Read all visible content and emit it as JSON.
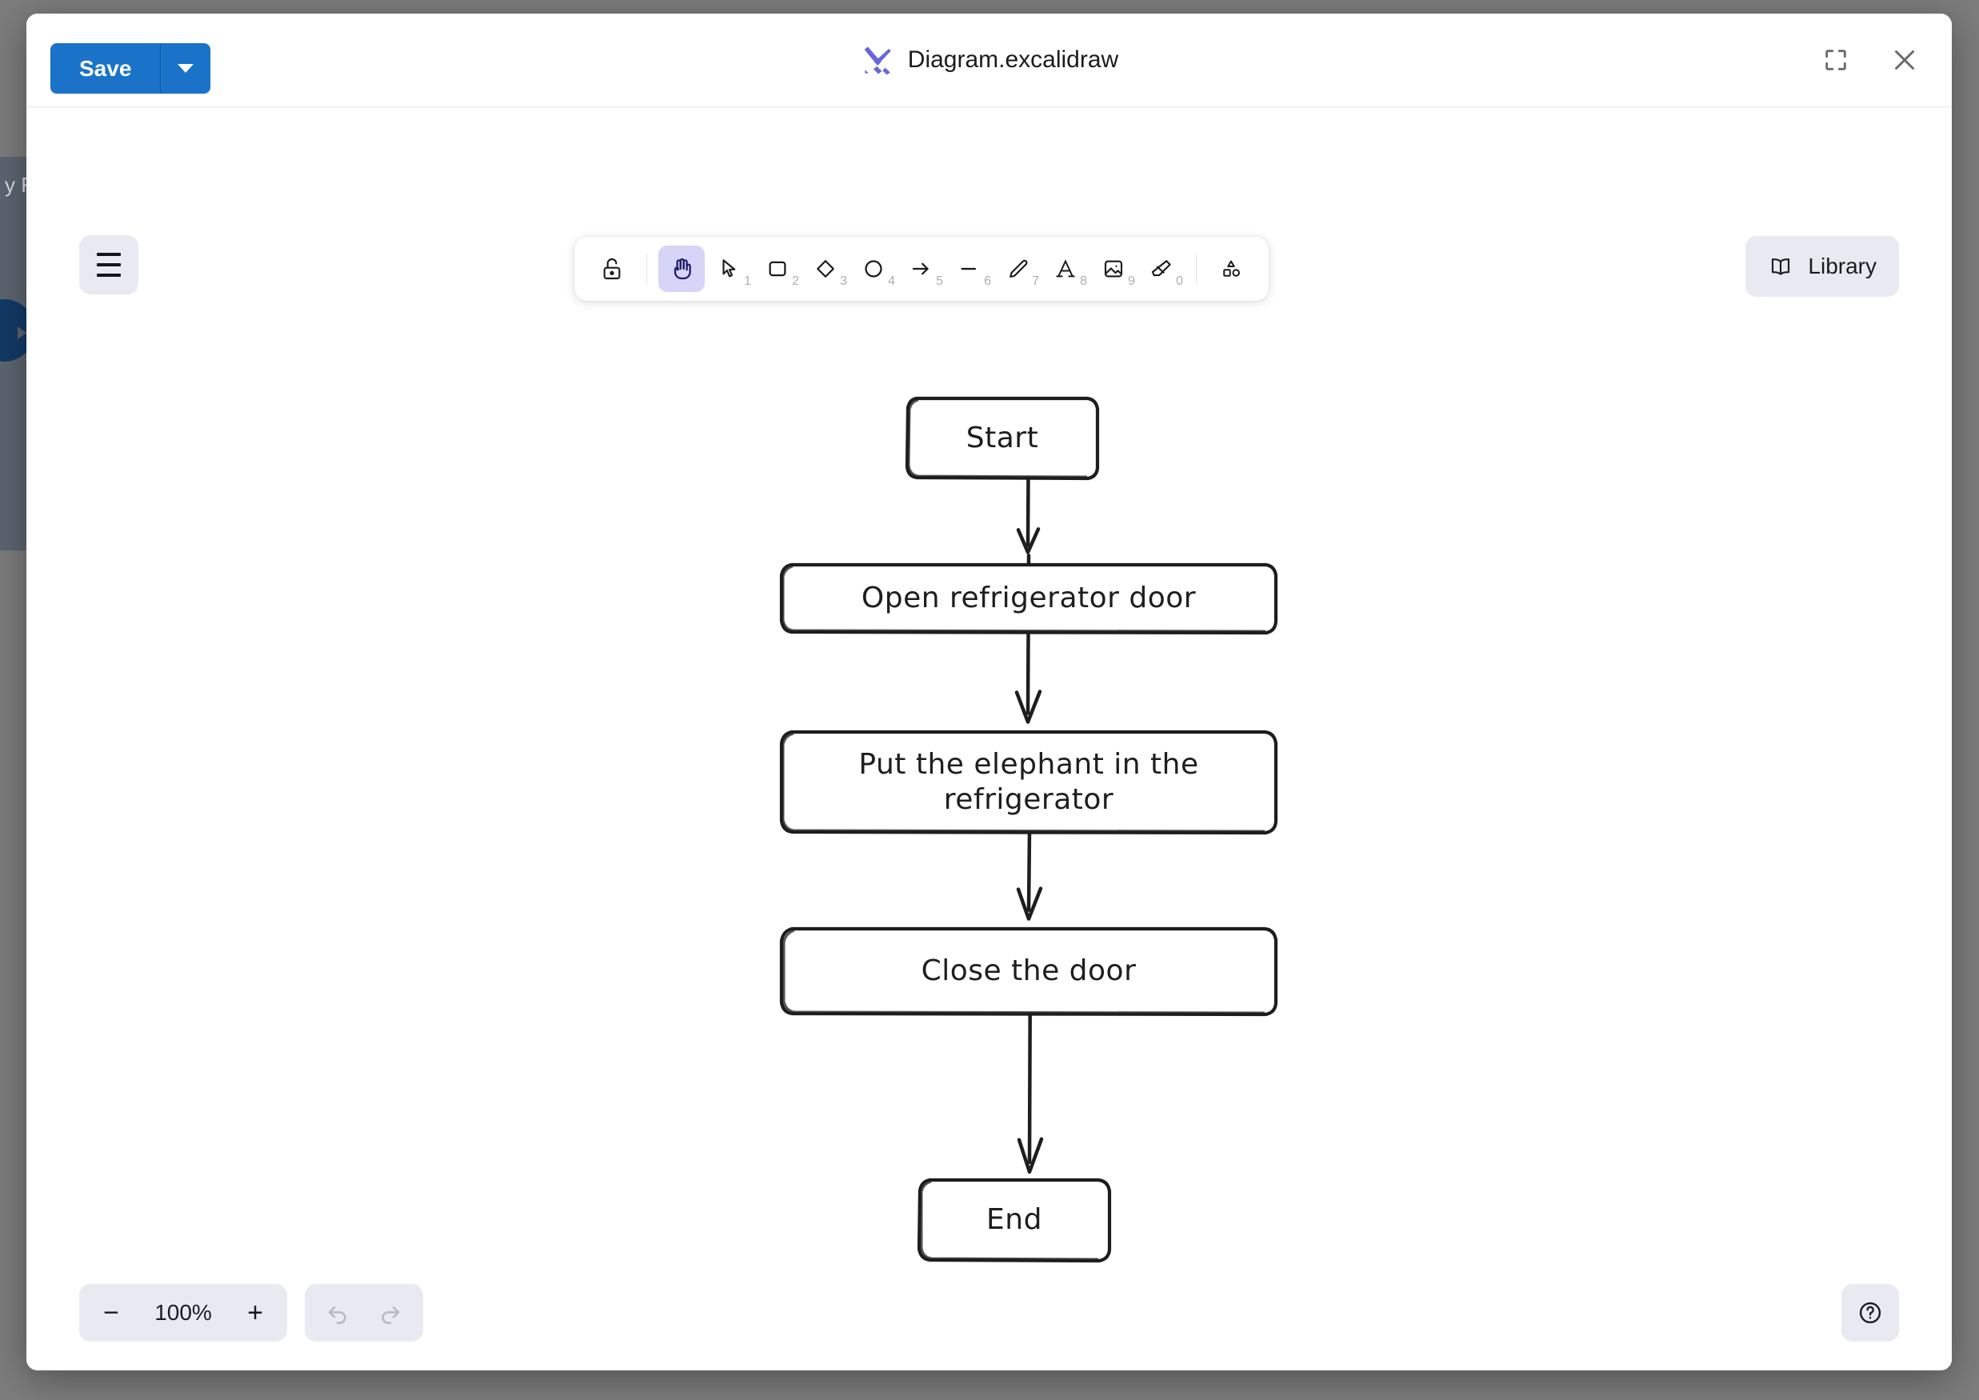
{
  "background": {
    "window_text": "y F"
  },
  "titlebar": {
    "save_label": "Save",
    "save_dropdown_icon": "chevron-down-icon",
    "logo_icon": "excalidraw-logo",
    "document_title": "Diagram.excalidraw",
    "fullscreen_icon": "fullscreen-icon",
    "close_icon": "close-icon"
  },
  "toolbar": {
    "menu_icon": "hamburger-menu-icon",
    "library_label": "Library",
    "library_icon": "book-icon",
    "tools": [
      {
        "name": "lock-icon",
        "key": "",
        "active": false
      },
      {
        "name": "hand-icon",
        "key": "",
        "active": true
      },
      {
        "name": "selection-icon",
        "key": "1",
        "active": false
      },
      {
        "name": "rectangle-icon",
        "key": "2",
        "active": false
      },
      {
        "name": "diamond-icon",
        "key": "3",
        "active": false
      },
      {
        "name": "ellipse-icon",
        "key": "4",
        "active": false
      },
      {
        "name": "arrow-icon",
        "key": "5",
        "active": false
      },
      {
        "name": "line-icon",
        "key": "6",
        "active": false
      },
      {
        "name": "draw-icon",
        "key": "7",
        "active": false
      },
      {
        "name": "text-icon",
        "key": "8",
        "active": false
      },
      {
        "name": "image-icon",
        "key": "9",
        "active": false
      },
      {
        "name": "eraser-icon",
        "key": "0",
        "active": false
      },
      {
        "name": "shapes-icon",
        "key": "",
        "active": false
      }
    ]
  },
  "canvas": {
    "nodes": [
      {
        "id": "start",
        "label": "Start"
      },
      {
        "id": "open",
        "label": "Open refrigerator door"
      },
      {
        "id": "put",
        "label": "Put the elephant in the refrigerator"
      },
      {
        "id": "close",
        "label": "Close the door"
      },
      {
        "id": "end",
        "label": "End"
      }
    ],
    "stroke_color": "#1e1e1e",
    "fill_color": "#ffffff"
  },
  "footer": {
    "zoom_out_label": "−",
    "zoom_value": "100%",
    "zoom_in_label": "+",
    "undo_icon": "undo-icon",
    "redo_icon": "redo-icon",
    "help_icon": "help-icon"
  }
}
